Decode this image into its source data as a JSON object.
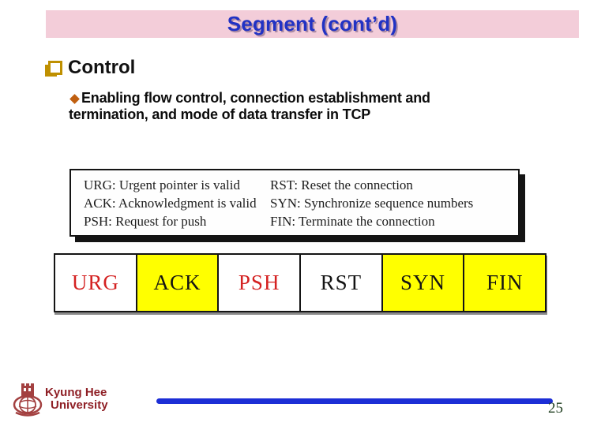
{
  "header": {
    "title": "Segment (cont’d)",
    "bar_color": "#f3cdd9",
    "title_color": "#2132c4"
  },
  "bullets": {
    "level1": {
      "label": "Control",
      "bullet_color": "#bf9000"
    },
    "level2": {
      "line1": "Enabling flow control, connection establishment and",
      "line2": "termination, and mode of data transfer in TCP",
      "bullet_color": "#c05f10"
    }
  },
  "flag_definitions": {
    "left": [
      "URG: Urgent pointer is valid",
      "ACK: Acknowledgment is valid",
      "PSH: Request for push"
    ],
    "right": [
      "RST: Reset the connection",
      "SYN: Synchronize sequence numbers",
      "FIN: Terminate the connection"
    ]
  },
  "flags": [
    {
      "label": "URG",
      "bg": "#ffffff",
      "color": "#d42121"
    },
    {
      "label": "ACK",
      "bg": "#ffff00",
      "color": "#141414"
    },
    {
      "label": "PSH",
      "bg": "#ffffff",
      "color": "#d42121"
    },
    {
      "label": "RST",
      "bg": "#ffffff",
      "color": "#141414"
    },
    {
      "label": "SYN",
      "bg": "#ffff00",
      "color": "#141414"
    },
    {
      "label": "FIN",
      "bg": "#ffff00",
      "color": "#141414"
    }
  ],
  "footer": {
    "institution_line1": "Kyung Hee",
    "institution_line2": "University",
    "institution_color": "#8f2026",
    "line_color": "#1c2ed6",
    "page_number": "25"
  }
}
